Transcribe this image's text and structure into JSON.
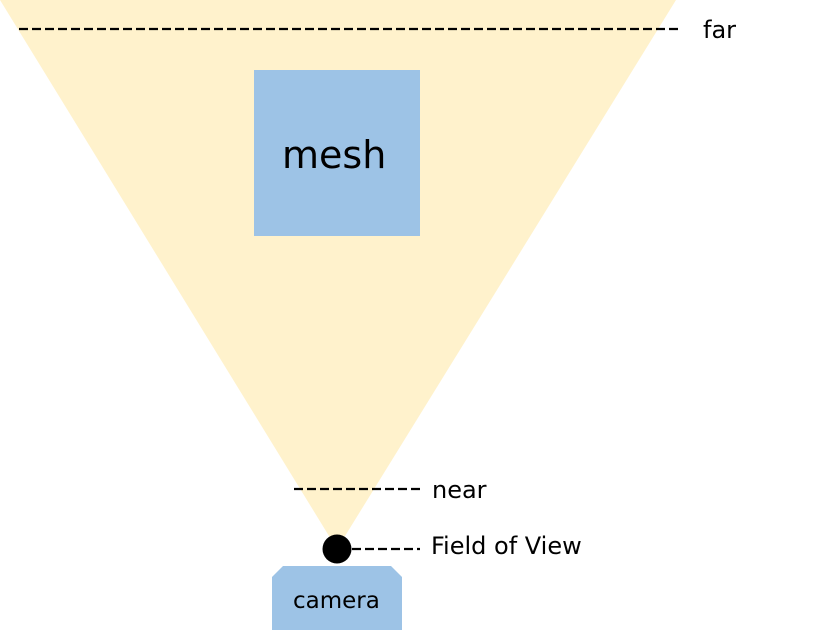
{
  "labels": {
    "far": "far",
    "near": "near",
    "fov": "Field of View",
    "mesh": "mesh",
    "camera": "camera"
  },
  "colors": {
    "frustum": "#FFF2CC",
    "mesh": "#9DC3E6",
    "camera_body": "#9DC3E6",
    "camera_point": "#000000",
    "lines": "#000000"
  }
}
